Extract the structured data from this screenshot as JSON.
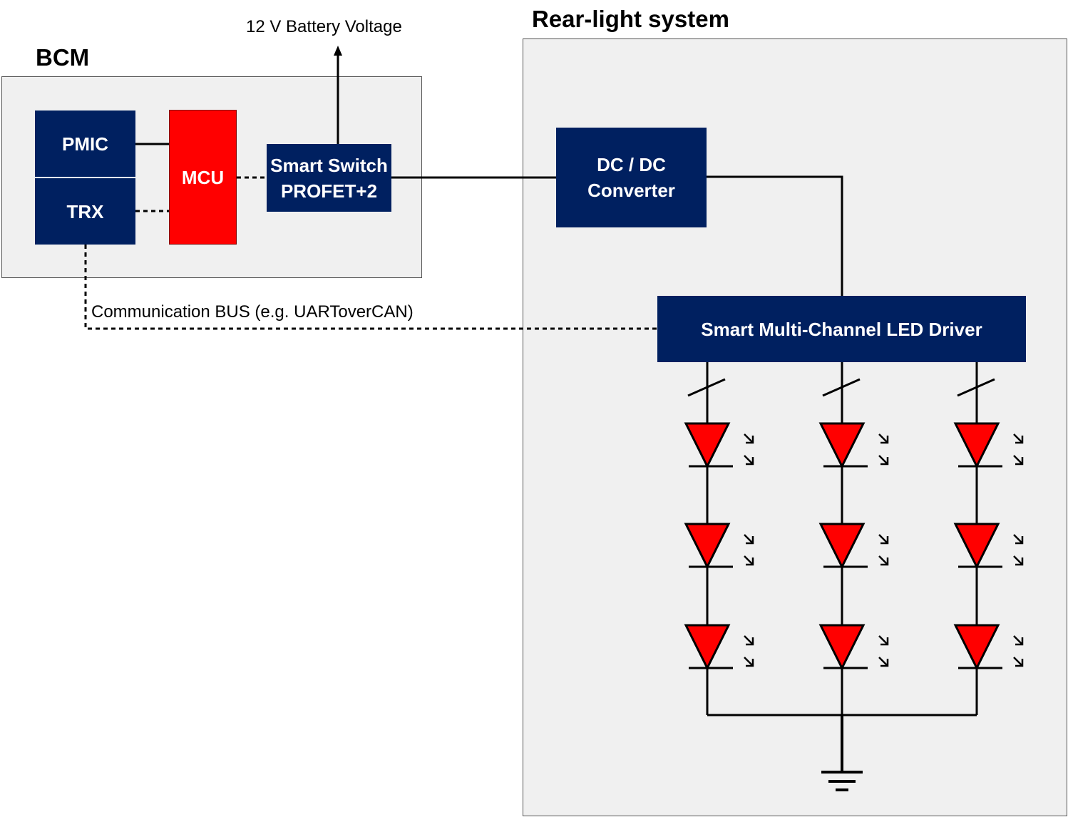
{
  "bcm": {
    "title": "BCM",
    "pmic": "PMIC",
    "trx": "TRX",
    "mcu": "MCU",
    "smart_switch_line1": "Smart Switch",
    "smart_switch_line2": "PROFET+2"
  },
  "battery_label": "12 V Battery Voltage",
  "rear_light": {
    "title": "Rear-light system",
    "dcdc_line1": "DC / DC",
    "dcdc_line2": "Converter",
    "led_driver": "Smart Multi-Channel LED Driver"
  },
  "bus_label": "Communication BUS (e.g. UARToverCAN)",
  "colors": {
    "block_navy": "#002060",
    "mcu_red": "#ff0000",
    "led_red": "#ff0000",
    "region_fill": "#f0f0f0"
  },
  "led_array": {
    "channels": 3,
    "leds_per_channel": 3
  }
}
